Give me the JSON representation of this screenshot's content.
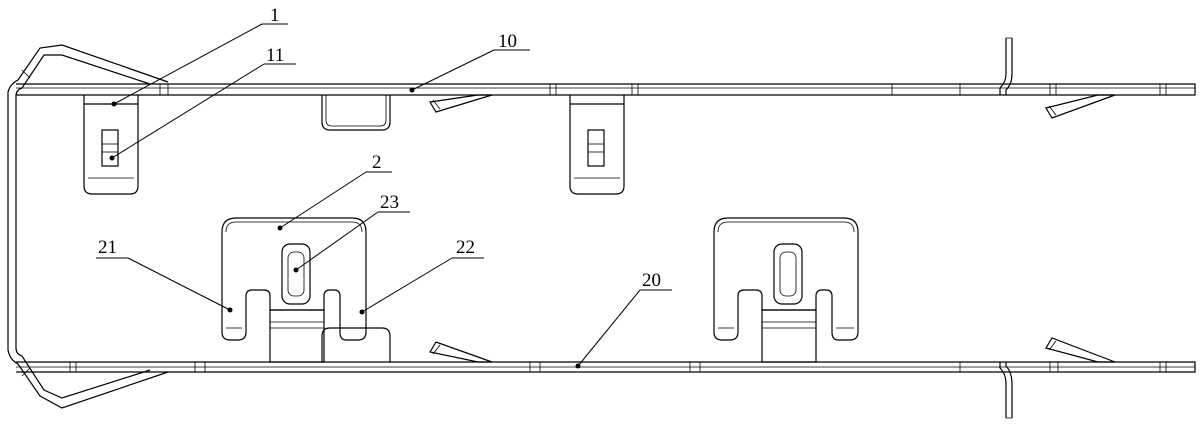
{
  "labels": {
    "l1": "1",
    "l11": "11",
    "l10": "10",
    "l2": "2",
    "l23": "23",
    "l21": "21",
    "l22": "22",
    "l20": "20"
  }
}
